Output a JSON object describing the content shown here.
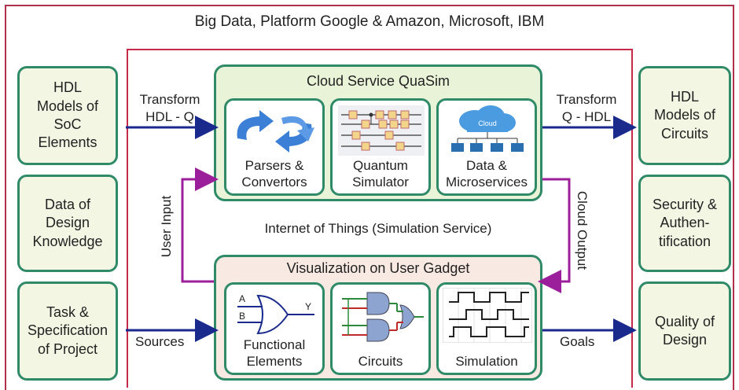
{
  "header": {
    "title": "Big Data, Platform Google & Amazon, Microsoft, IBM"
  },
  "left_boxes": [
    "HDL\nModels of\nSoC\nElements",
    "Data of\nDesign\nKnowledge",
    "Task &\nSpecification\nof Project"
  ],
  "right_boxes": [
    "HDL\nModels of\nCircuits",
    "Security &\nAuthen-\ntification",
    "Quality of\nDesign"
  ],
  "cloud_group": {
    "title": "Cloud Service QuaSim",
    "cards": [
      "Parsers &\nConvertors",
      "Quantum\nSimulator",
      "Data &\nMicroservices"
    ],
    "cloud_icon_text": "Cloud"
  },
  "visual_group": {
    "title": "Visualization on User Gadget",
    "cards": [
      "Functional\nElements",
      "Circuits",
      "Simulation"
    ],
    "gate_labels": {
      "a": "A",
      "b": "B",
      "y": "Y"
    }
  },
  "middle_label": "Internet of Things (Simulation Service)",
  "arrow_labels": {
    "transform_in": "Transform\nHDL - Q",
    "transform_out": "Transform\nQ - HDL",
    "sources": "Sources",
    "goals": "Goals",
    "user_input": "User Input",
    "cloud_output": "Cloud Output"
  },
  "colors": {
    "green_border": "#2f8a68",
    "navy_arrow": "#1a2a8c",
    "purple_line": "#9b1f9b",
    "frame_red": "#c8284a"
  }
}
